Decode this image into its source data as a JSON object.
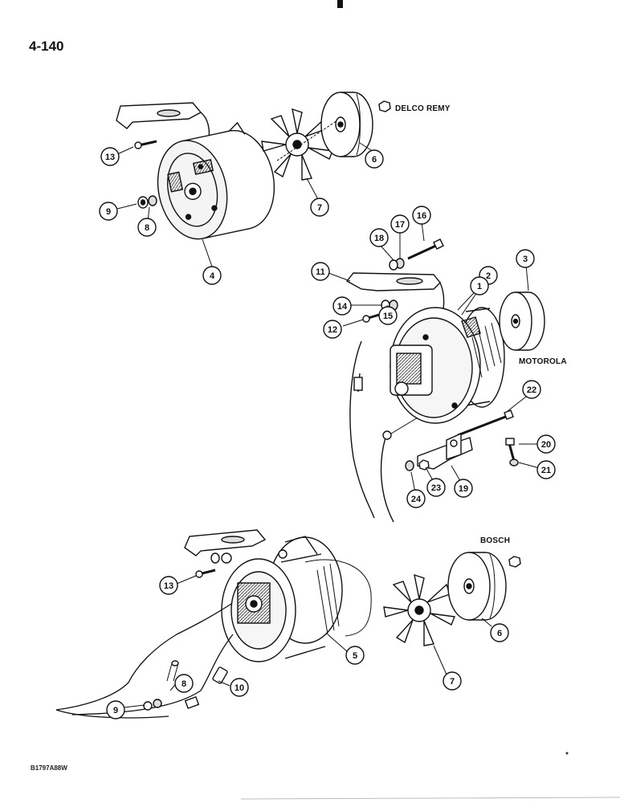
{
  "page": {
    "number": "4-140",
    "code": "B1797A88W"
  },
  "variants": {
    "delco": "DELCO REMY",
    "motorola": "MOTOROLA",
    "bosch": "BOSCH"
  },
  "callouts": {
    "c13a": "13",
    "c9a": "9",
    "c8a": "8",
    "c4": "4",
    "c7a": "7",
    "c6a": "6",
    "c18": "18",
    "c17": "17",
    "c16": "16",
    "c11": "11",
    "c14": "14",
    "c12": "12",
    "c15": "15",
    "c2": "2",
    "c1": "1",
    "c3": "3",
    "c22": "22",
    "c20": "20",
    "c21": "21",
    "c24": "24",
    "c23": "23",
    "c19": "19",
    "c13b": "13",
    "c5": "5",
    "c6b": "6",
    "c7b": "7",
    "c8b": "8",
    "c9b": "9",
    "c10": "10"
  }
}
